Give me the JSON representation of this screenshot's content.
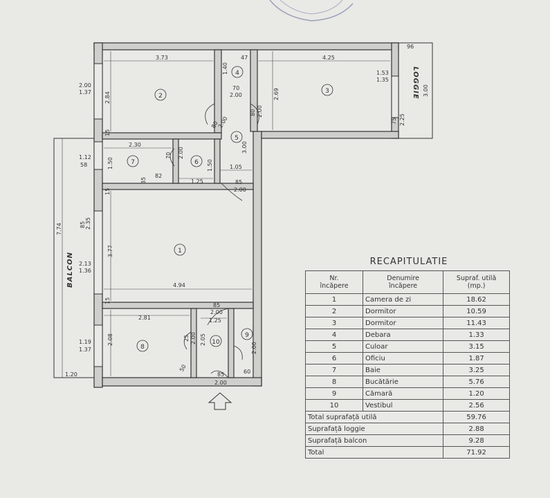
{
  "plan": {
    "rooms": [
      {
        "id": "1"
      },
      {
        "id": "2"
      },
      {
        "id": "3"
      },
      {
        "id": "4"
      },
      {
        "id": "5"
      },
      {
        "id": "6"
      },
      {
        "id": "7"
      },
      {
        "id": "8"
      },
      {
        "id": "9"
      },
      {
        "id": "10"
      }
    ],
    "labels": {
      "balcon": "BALCON",
      "loggie": "LOGGIE"
    },
    "dims": {
      "d373": "3.73",
      "d425": "4.25",
      "d96": "96",
      "d47": "47",
      "d140": "1.40",
      "d70a": "70",
      "d200a": "2.00",
      "d80a": "80",
      "d200b": "2.00",
      "d269": "2.69",
      "d153": "1.53",
      "d135": "1.35",
      "d300l": "3.00",
      "d75": "75",
      "d225": "2.25",
      "d200w": "2.00",
      "d137a": "1.37",
      "d284": "2.84",
      "d15a": "15",
      "d80b": "80",
      "d200c": "2.00",
      "d300": "3.00",
      "d230": "2.30",
      "d70b": "70",
      "d200d": "2.00",
      "d112": "1.12",
      "d58": "58",
      "d150a": "1.50",
      "d150b": "1.50",
      "d105": "1.05",
      "d82": "82",
      "d35": "35",
      "d125a": "1.25",
      "d85a": "85",
      "d200e": "2.00",
      "d15b": "15",
      "d774": "7.74",
      "d85b": "85",
      "d235": "2.35",
      "d377": "3.77",
      "d213": "2.13",
      "d136": "1.36",
      "d494": "4.94",
      "d15c": "15",
      "d85c": "85",
      "d200f": "2.00",
      "d281": "2.81",
      "d125b": "1.25",
      "d208": "2.08",
      "d119": "1.19",
      "d137b": "1.37",
      "d25": "25",
      "d200g": "2.00",
      "d205": "2.05",
      "d200h": "2.00",
      "d50": "50",
      "d60": "60",
      "d120": "1.20",
      "d85d": "85",
      "d200i": "2.00"
    }
  },
  "recap": {
    "title": "RECAPITULATIE",
    "head": {
      "nr": "Nr.\nîncăpere",
      "name": "Denumire\nîncăpere",
      "area": "Supraf. utilă\n(mp.)"
    },
    "rows": [
      {
        "nr": "1",
        "name": "Camera de zi",
        "area": "18.62"
      },
      {
        "nr": "2",
        "name": "Dormitor",
        "area": "10.59"
      },
      {
        "nr": "3",
        "name": "Dormitor",
        "area": "11.43"
      },
      {
        "nr": "4",
        "name": "Debara",
        "area": "1.33"
      },
      {
        "nr": "5",
        "name": "Culoar",
        "area": "3.15"
      },
      {
        "nr": "6",
        "name": "Oficiu",
        "area": "1.87"
      },
      {
        "nr": "7",
        "name": "Baie",
        "area": "3.25"
      },
      {
        "nr": "8",
        "name": "Bucătărie",
        "area": "5.76"
      },
      {
        "nr": "9",
        "name": "Cămară",
        "area": "1.20"
      },
      {
        "nr": "10",
        "name": "Vestibul",
        "area": "2.56"
      }
    ],
    "totals": [
      {
        "label": "Total suprafață utilă",
        "value": "59.76"
      },
      {
        "label": "Suprafață loggie",
        "value": "2.88"
      },
      {
        "label": "Suprafață balcon",
        "value": "9.28"
      },
      {
        "label": "Total",
        "value": "71.92"
      }
    ]
  }
}
